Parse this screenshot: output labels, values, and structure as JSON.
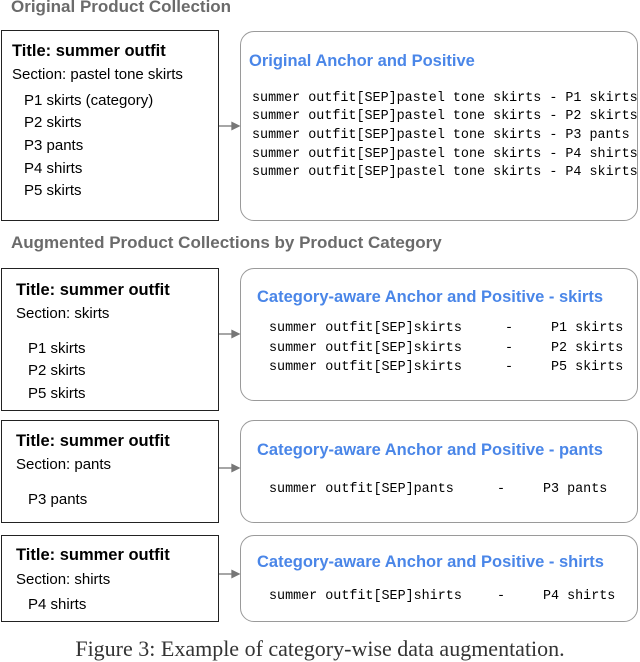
{
  "original": {
    "heading": "Original Product Collection",
    "title": "Title: summer outfit",
    "section": "Section: pastel tone skirts",
    "products": [
      "P1 skirts (category)",
      "P2 skirts",
      "P3 pants",
      "P4 shirts",
      "P5 skirts"
    ],
    "pairs_title": "Original Anchor and Positive",
    "pairs": [
      "summer outfit[SEP]pastel tone skirts - P1 skirts",
      "summer outfit[SEP]pastel tone skirts - P2 skirts",
      "summer outfit[SEP]pastel tone skirts - P3 pants",
      "summer outfit[SEP]pastel tone skirts - P4 shirts",
      "summer outfit[SEP]pastel tone skirts - P4 skirts"
    ]
  },
  "augmented": {
    "heading": "Augmented Product Collections by Product Category",
    "groups": [
      {
        "title": "Title: summer outfit",
        "section": "Section: skirts",
        "products": [
          "P1 skirts",
          "P2 skirts",
          "P5 skirts"
        ],
        "pairs_title": "Category-aware Anchor and Positive - skirts",
        "pairs": [
          {
            "anchor": "summer outfit[SEP]skirts",
            "sep": "-",
            "pos": "P1 skirts"
          },
          {
            "anchor": "summer outfit[SEP]skirts",
            "sep": "-",
            "pos": "P2 skirts"
          },
          {
            "anchor": "summer outfit[SEP]skirts",
            "sep": "-",
            "pos": "P5 skirts"
          }
        ]
      },
      {
        "title": "Title: summer outfit",
        "section": "Section: pants",
        "products": [
          "P3 pants"
        ],
        "pairs_title": "Category-aware Anchor and Positive - pants",
        "pairs": [
          {
            "anchor": "summer outfit[SEP]pants",
            "sep": "-",
            "pos": "P3 pants"
          }
        ]
      },
      {
        "title": "Title: summer outfit",
        "section": "Section: shirts",
        "products": [
          "P4 shirts"
        ],
        "pairs_title": "Category-aware Anchor and Positive - shirts",
        "pairs": [
          {
            "anchor": "summer outfit[SEP]shirts",
            "sep": "-",
            "pos": "P4 shirts"
          }
        ]
      }
    ]
  },
  "caption": "Figure 3: Example of category-wise data augmentation."
}
